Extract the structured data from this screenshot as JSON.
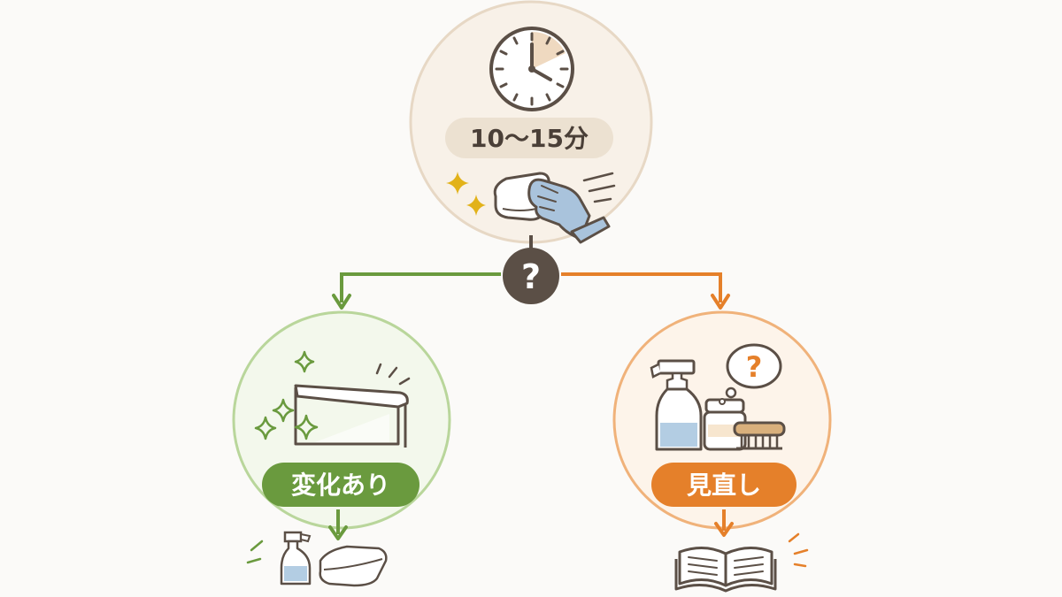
{
  "top_node": {
    "time_label": "10〜15分"
  },
  "decision": {
    "symbol": "?"
  },
  "left_branch": {
    "label": "変化あり"
  },
  "right_branch": {
    "label": "見直し",
    "thought_symbol": "?"
  },
  "colors": {
    "background": "#fbfaf8",
    "line_dark": "#5b4f46",
    "top_ring": "#e7d8c5",
    "top_fill": "#f8f1e8",
    "time_pill": "#ece1d1",
    "green": "#6a9a3e",
    "green_ring": "#b9d69b",
    "green_fill": "#f3f8ec",
    "orange": "#e5802a",
    "orange_ring": "#f0b27a",
    "orange_fill": "#fdf4ea",
    "sparkle_yellow": "#e2b21a",
    "glove_blue": "#a9c3dc",
    "bottle_blue": "#b3cde3",
    "wood": "#d9b07c"
  },
  "icons": [
    "clock-icon",
    "wiping-hand-icon",
    "sparkle-icon",
    "question-badge-icon",
    "shiny-surface-icon",
    "spray-bottle-icon",
    "cloth-icon",
    "jar-icon",
    "brush-icon",
    "thought-bubble-icon",
    "open-book-icon"
  ]
}
